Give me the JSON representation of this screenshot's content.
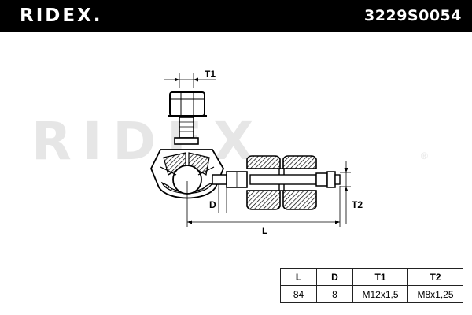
{
  "header": {
    "brand": "RIDEX.",
    "part_number": "3229S0054"
  },
  "watermark": {
    "text": "RIDEX",
    "mark": "®"
  },
  "labels": {
    "t1": "T1",
    "t2": "T2",
    "d": "D",
    "l": "L"
  },
  "specs": {
    "headers": [
      "L",
      "D",
      "T1",
      "T2"
    ],
    "values": [
      "84",
      "8",
      "M12x1,5",
      "M8x1,25"
    ]
  }
}
